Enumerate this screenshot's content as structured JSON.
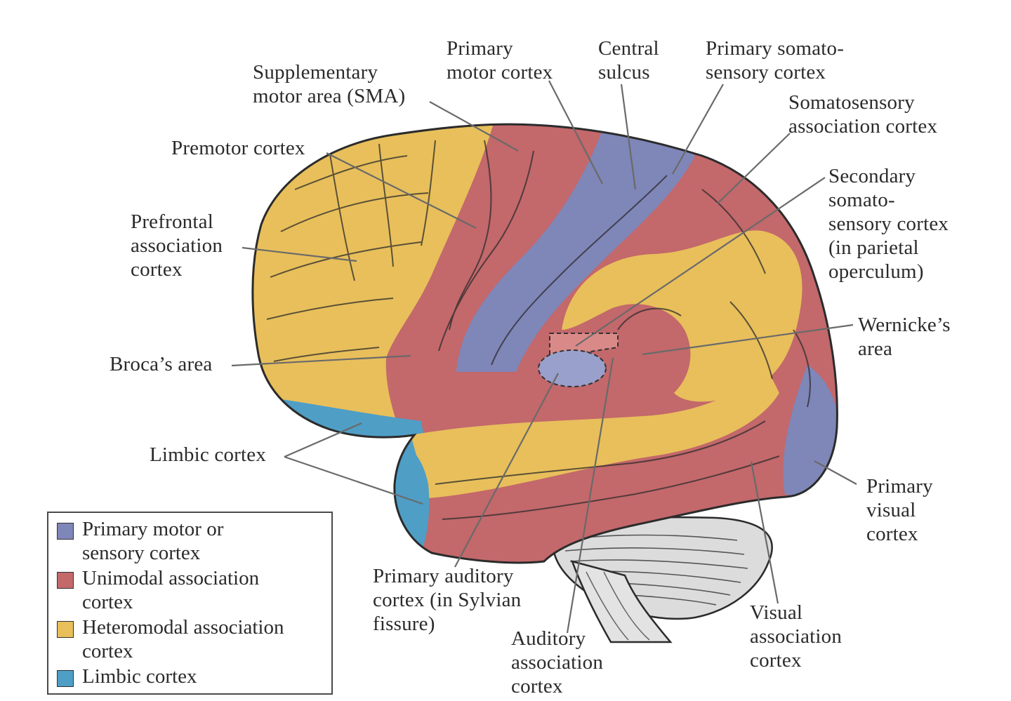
{
  "colors": {
    "primary": "#7f86b8",
    "unimodal": "#c3686b",
    "heteromodal": "#e8bf5b",
    "limbic": "#4f9ec6",
    "cerebellum": "#dcdcdc"
  },
  "labels": {
    "sma": [
      "Supplementary",
      "motor area (SMA)"
    ],
    "primary_motor": [
      "Primary",
      "motor cortex"
    ],
    "central_sulcus": [
      "Central",
      "sulcus"
    ],
    "primary_somato": [
      "Primary somato-",
      "sensory cortex"
    ],
    "somato_assoc": [
      "Somatosensory",
      "association cortex"
    ],
    "premotor": [
      "Premotor cortex"
    ],
    "secondary_somato": [
      "Secondary",
      "somato-",
      "sensory cortex",
      "(in parietal",
      "operculum)"
    ],
    "prefrontal": [
      "Prefrontal",
      "association",
      "cortex"
    ],
    "wernicke": [
      "Wernicke’s",
      "area"
    ],
    "broca": [
      "Broca’s area"
    ],
    "limbic": [
      "Limbic cortex"
    ],
    "primary_visual": [
      "Primary",
      "visual",
      "cortex"
    ],
    "primary_auditory": [
      "Primary auditory",
      "cortex (in Sylvian",
      "fissure)"
    ],
    "auditory_assoc": [
      "Auditory",
      "association",
      "cortex"
    ],
    "visual_assoc": [
      "Visual",
      "association",
      "cortex"
    ]
  },
  "legend": [
    {
      "key": "primary",
      "lines": [
        "Primary motor or",
        "sensory cortex"
      ]
    },
    {
      "key": "unimodal",
      "lines": [
        "Unimodal association",
        "cortex"
      ]
    },
    {
      "key": "heteromodal",
      "lines": [
        "Heteromodal association",
        "cortex"
      ]
    },
    {
      "key": "limbic",
      "lines": [
        "Limbic cortex"
      ]
    }
  ]
}
